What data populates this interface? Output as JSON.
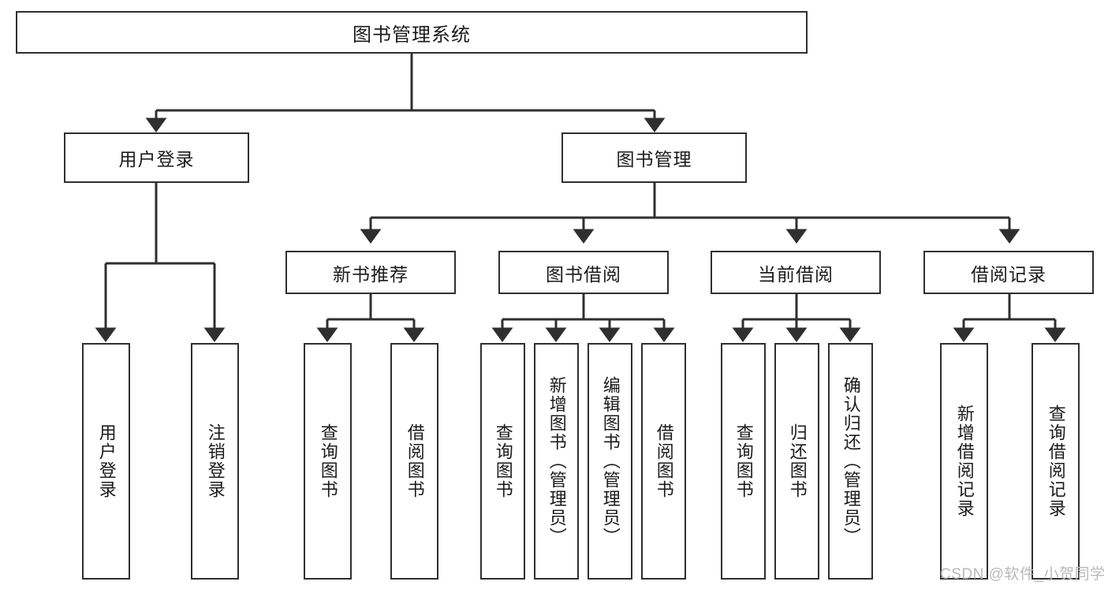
{
  "diagram": {
    "title": "图书管理系统",
    "type": "function-structure-tree",
    "root": {
      "label": "图书管理系统"
    },
    "level2": [
      {
        "label": "用户登录"
      },
      {
        "label": "图书管理"
      }
    ],
    "level3": [
      {
        "label": "新书推荐"
      },
      {
        "label": "图书借阅"
      },
      {
        "label": "当前借阅"
      },
      {
        "label": "借阅记录"
      }
    ],
    "leaves": {
      "user_login": [
        {
          "label": "用户登录"
        },
        {
          "label": "注销登录"
        }
      ],
      "new_book_recommend": [
        {
          "label": "查询图书"
        },
        {
          "label": "借阅图书"
        }
      ],
      "book_borrow": [
        {
          "label": "查询图书"
        },
        {
          "label": "新增图书（管理员）"
        },
        {
          "label": "编辑图书（管理员）"
        },
        {
          "label": "借阅图书"
        }
      ],
      "current_borrow": [
        {
          "label": "查询图书"
        },
        {
          "label": "归还图书"
        },
        {
          "label": "确认归还（管理员）"
        }
      ],
      "borrow_records": [
        {
          "label": "新增借阅记录"
        },
        {
          "label": "查询借阅记录"
        }
      ]
    }
  },
  "watermark": {
    "text": "CSDN @软件_小贺同学"
  },
  "colors": {
    "stroke": "#2f2f2f",
    "background": "#ffffff",
    "text": "#1b1b1b",
    "watermark": "#b9b9b9"
  }
}
